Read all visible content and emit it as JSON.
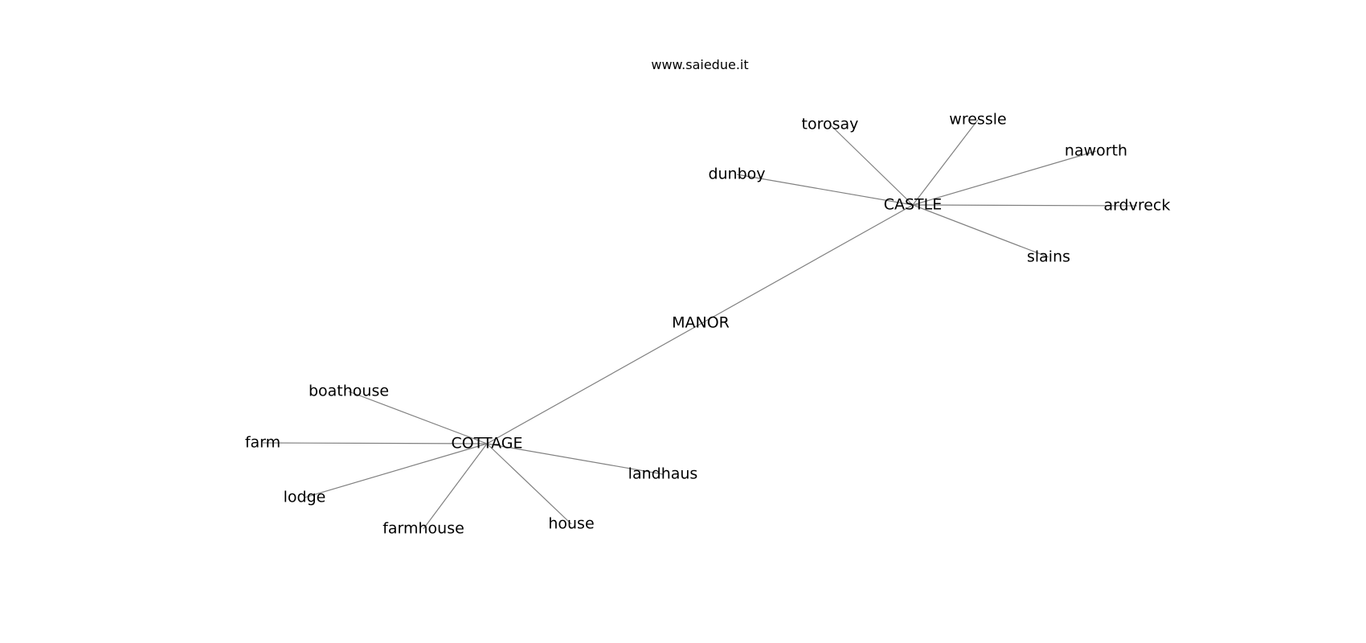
{
  "watermark": "www.saiedue.it",
  "graph": {
    "nodes": [
      {
        "id": "manor",
        "label": "MANOR"
      },
      {
        "id": "castle",
        "label": "CASTLE"
      },
      {
        "id": "cottage",
        "label": "COTTAGE"
      },
      {
        "id": "torosay",
        "label": "torosay"
      },
      {
        "id": "wressle",
        "label": "wressle"
      },
      {
        "id": "naworth",
        "label": "naworth"
      },
      {
        "id": "dunboy",
        "label": "dunboy"
      },
      {
        "id": "ardvreck",
        "label": "ardvreck"
      },
      {
        "id": "slains",
        "label": "slains"
      },
      {
        "id": "boathouse",
        "label": "boathouse"
      },
      {
        "id": "farm",
        "label": "farm"
      },
      {
        "id": "lodge",
        "label": "lodge"
      },
      {
        "id": "farmhouse",
        "label": "farmhouse"
      },
      {
        "id": "house",
        "label": "house"
      },
      {
        "id": "landhaus",
        "label": "landhaus"
      }
    ],
    "edges": [
      [
        "castle",
        "cottage"
      ],
      [
        "castle",
        "torosay"
      ],
      [
        "castle",
        "wressle"
      ],
      [
        "castle",
        "naworth"
      ],
      [
        "castle",
        "dunboy"
      ],
      [
        "castle",
        "ardvreck"
      ],
      [
        "castle",
        "slains"
      ],
      [
        "cottage",
        "boathouse"
      ],
      [
        "cottage",
        "farm"
      ],
      [
        "cottage",
        "lodge"
      ],
      [
        "cottage",
        "farmhouse"
      ],
      [
        "cottage",
        "house"
      ],
      [
        "cottage",
        "landhaus"
      ]
    ],
    "edge_color": "#808080"
  }
}
